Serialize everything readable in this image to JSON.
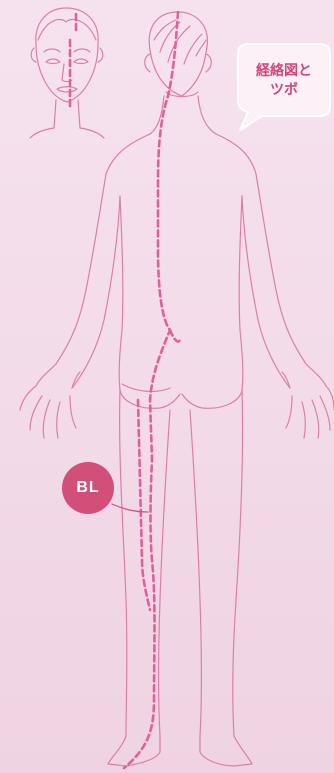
{
  "colors": {
    "background": "#f5e0ec",
    "outline": "#dc7fa8",
    "meridian": "#e0619a",
    "badge": "#d24f79",
    "bubble_text": "#d2457e"
  },
  "callout": {
    "line1": "経絡図と",
    "line2": "ツボ"
  },
  "badge": {
    "label": "BL"
  }
}
